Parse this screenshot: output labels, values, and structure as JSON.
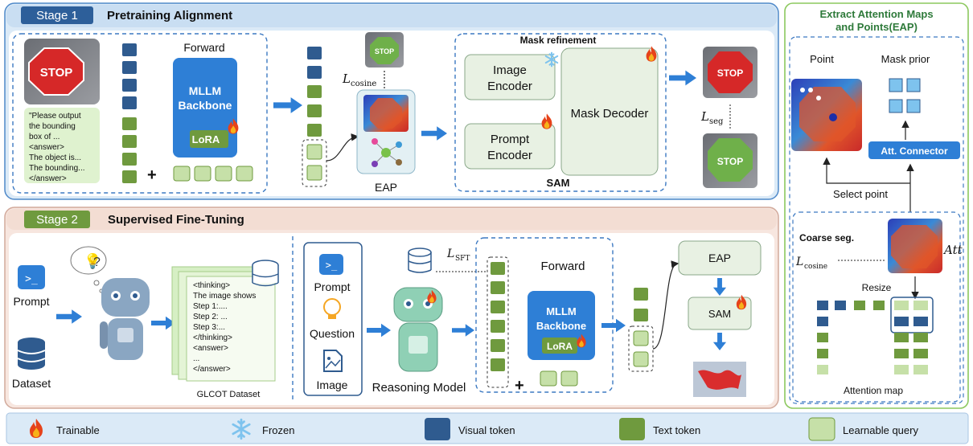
{
  "stage1": {
    "badge": "Stage 1",
    "title": "Pretraining Alignment",
    "prompt_lines": [
      "\"Please output",
      "the bounding",
      "box of ...",
      "<answer>",
      "The object is...",
      "The bounding...",
      "</answer>"
    ],
    "forward": "Forward",
    "mllm_line1": "MLLM",
    "mllm_line2": "Backbone",
    "lora": "LoRA",
    "plus": "+",
    "eap": "EAP",
    "l_cosine": "L",
    "l_cosine_sub": "cosine",
    "mask_refinement": "Mask refinement",
    "image_encoder_1": "Image",
    "image_encoder_2": "Encoder",
    "prompt_encoder_1": "Prompt",
    "prompt_encoder_2": "Encoder",
    "mask_decoder": "Mask Decoder",
    "sam": "SAM",
    "l_seg": "L",
    "l_seg_sub": "seg",
    "stop_text": "STOP"
  },
  "stage2": {
    "badge": "Stage 2",
    "title": "Supervised Fine-Tuning",
    "prompt": "Prompt",
    "dataset": "Dataset",
    "cot_lines": [
      "<thinking>",
      "The image shows",
      "Step 1:....",
      "Step 2: ...",
      "Step 3:...",
      "</thinking>",
      "<answer>",
      "...",
      "</answer>"
    ],
    "glcot": "GLCOT Dataset",
    "prompt2": "Prompt",
    "question": "Question",
    "image": "Image",
    "reasoning_model": "Reasoning Model",
    "l_sft": "L",
    "l_sft_sub": "SFT",
    "forward": "Forward",
    "mllm_line1": "MLLM",
    "mllm_line2": "Backbone",
    "lora": "LoRA",
    "plus": "+",
    "eap": "EAP",
    "sam": "SAM"
  },
  "eap_panel": {
    "title_line1": "Extract Attention Maps",
    "title_line2": "and Points(EAP)",
    "point": "Point",
    "mask_prior": "Mask prior",
    "att_connector": "Att. Connector",
    "select_point": "Select point",
    "coarse_seg": "Coarse seg.",
    "l_cosine": "L",
    "l_cosine_sub": "cosine",
    "att": "Att",
    "resize": "Resize",
    "attention_map": "Attention map"
  },
  "legend": {
    "trainable": "Trainable",
    "frozen": "Frozen",
    "visual_token": "Visual token",
    "text_token": "Text token",
    "learnable_query": "Learnable query"
  },
  "colors": {
    "visual_token": "#2f5b8f",
    "text_token": "#6f9a3e",
    "learnable_query": "#c6e0a8",
    "stage1_bg": "#dbeaf7",
    "stage2_bg": "#f7e6df",
    "eap_border": "#8cc85e",
    "accent_blue": "#2e7fd6",
    "fire": "#e6431a"
  }
}
